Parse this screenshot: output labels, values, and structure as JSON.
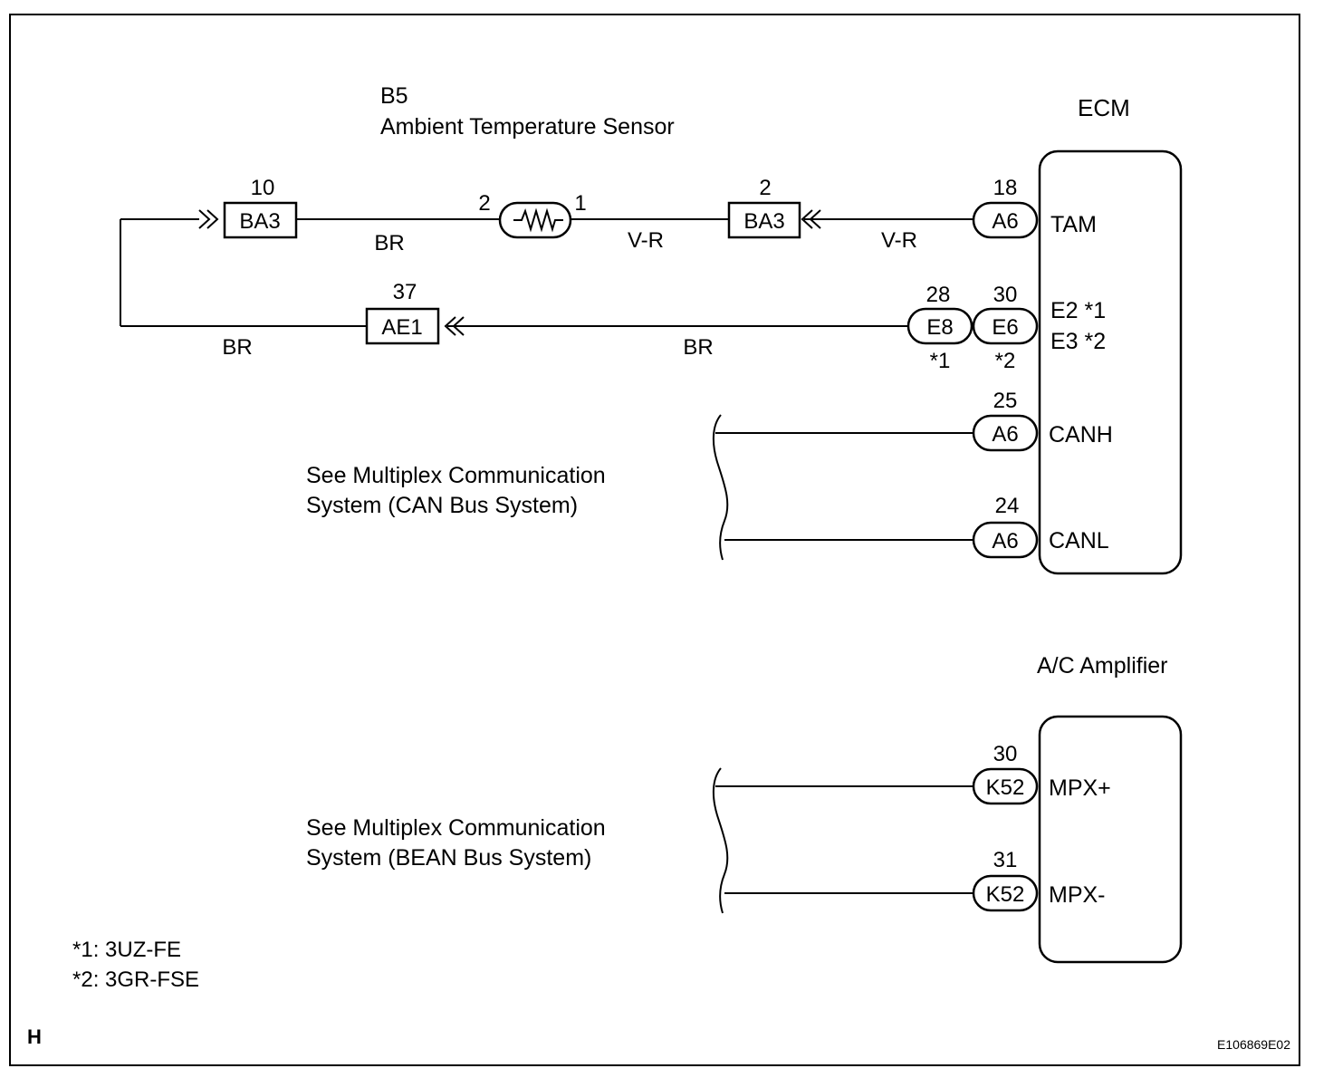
{
  "sensor": {
    "code": "B5",
    "name": "Ambient Temperature Sensor",
    "pin_left": "2",
    "pin_right": "1"
  },
  "ecm": {
    "title": "ECM",
    "terminals": [
      {
        "pin": "18",
        "connector": "A6",
        "label": "TAM"
      },
      {
        "pin": "30",
        "connector": "E6",
        "label_line1": "E2 *1",
        "label_line2": "E3 *2"
      },
      {
        "pin": "25",
        "connector": "A6",
        "label": "CANH"
      },
      {
        "pin": "24",
        "connector": "A6",
        "label": "CANL"
      }
    ],
    "alt_connector": {
      "pin": "28",
      "connector": "E8"
    },
    "notes": [
      "*1",
      "*2"
    ]
  },
  "ac_amplifier": {
    "title": "A/C Amplifier",
    "terminals": [
      {
        "pin": "30",
        "connector": "K52",
        "label": "MPX+"
      },
      {
        "pin": "31",
        "connector": "K52",
        "label": "MPX-"
      }
    ]
  },
  "junctions": [
    {
      "pin": "10",
      "label": "BA3"
    },
    {
      "pin": "2",
      "label": "BA3"
    },
    {
      "pin": "37",
      "label": "AE1"
    }
  ],
  "wire_colors": {
    "top_left": "BR",
    "sensor_right": "V-R",
    "to_ecm": "V-R",
    "bottom_left": "BR",
    "bottom_right": "BR"
  },
  "references": {
    "can": [
      "See Multiplex Communication",
      "System (CAN Bus System)"
    ],
    "bean": [
      "See Multiplex Communication",
      "System (BEAN Bus System)"
    ]
  },
  "footnotes": [
    "*1: 3UZ-FE",
    "*2: 3GR-FSE"
  ],
  "corner_letter": "H",
  "figure_code": "E106869E02"
}
